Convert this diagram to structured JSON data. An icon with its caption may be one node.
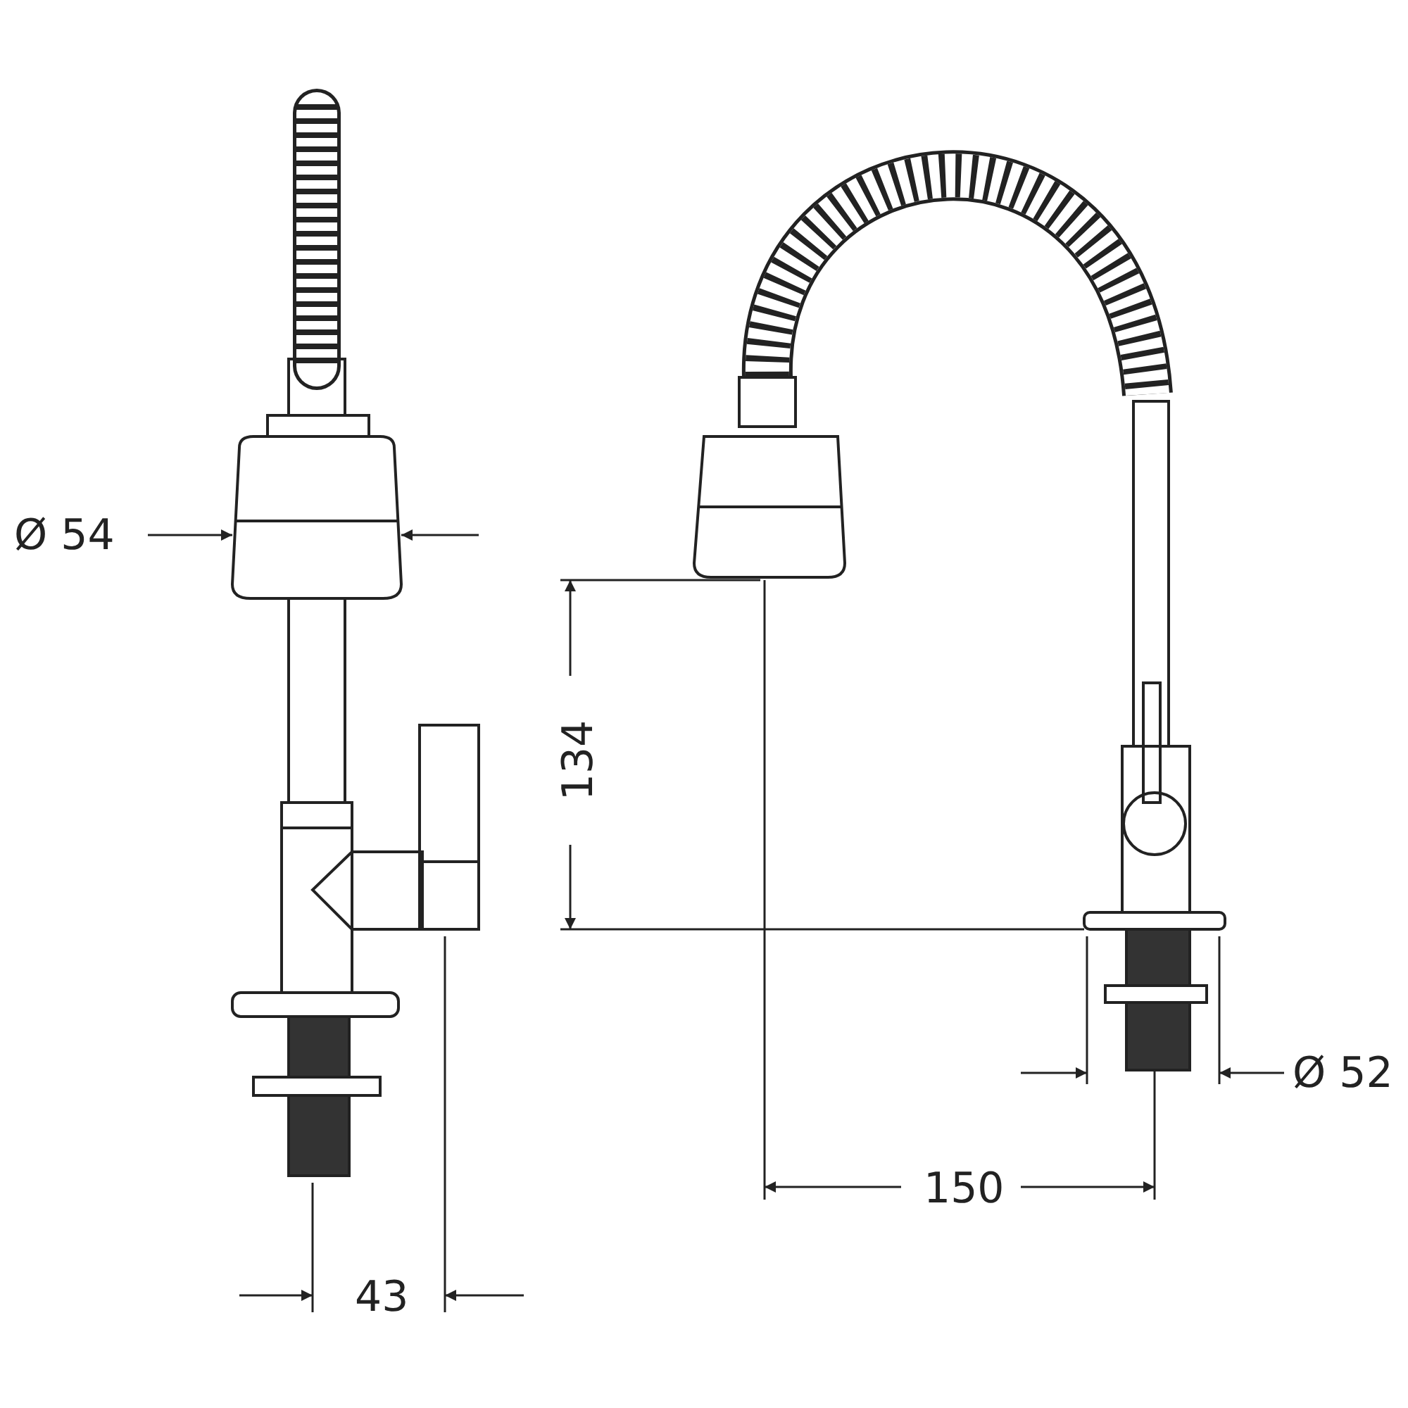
{
  "diagram": {
    "labels": [
      "Ø 54",
      "134",
      "Ø 52",
      "150",
      "43"
    ]
  }
}
